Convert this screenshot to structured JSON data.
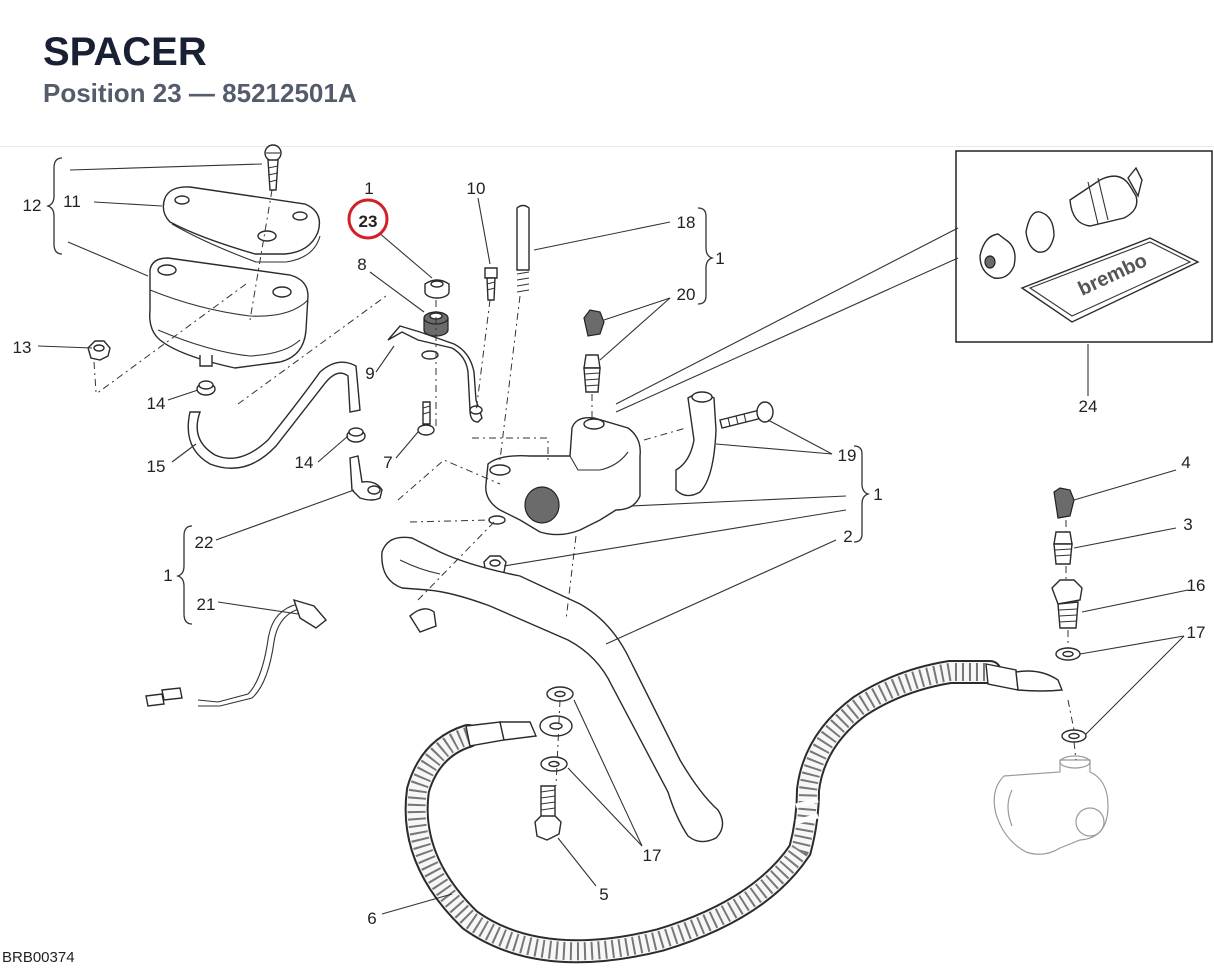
{
  "header": {
    "title": "SPACER",
    "subtitle": "Position 23 — 85212501A"
  },
  "diagram": {
    "highlight": {
      "position": "23",
      "ring_color": "#d32027"
    },
    "callouts": {
      "c1_top": "1",
      "c10": "10",
      "c18": "18",
      "c1_r18": "1",
      "c20": "20",
      "c12": "12",
      "c11": "11",
      "c8": "8",
      "c9": "9",
      "c13": "13",
      "c14a": "14",
      "c14b": "14",
      "c15": "15",
      "c7": "7",
      "c19": "19",
      "c1_r19": "1",
      "c2": "2",
      "c22": "22",
      "c1_left": "1",
      "c21": "21",
      "c24": "24",
      "c4": "4",
      "c3": "3",
      "c16": "16",
      "c17a": "17",
      "c17b": "17",
      "c5": "5",
      "c6": "6"
    },
    "brand_logo": "brembo",
    "drawing_code": "BRB00374"
  },
  "colors": {
    "title": "#1a2033",
    "subtitle": "#545c6b",
    "highlight_ring": "#d32027",
    "line": "#333333"
  }
}
